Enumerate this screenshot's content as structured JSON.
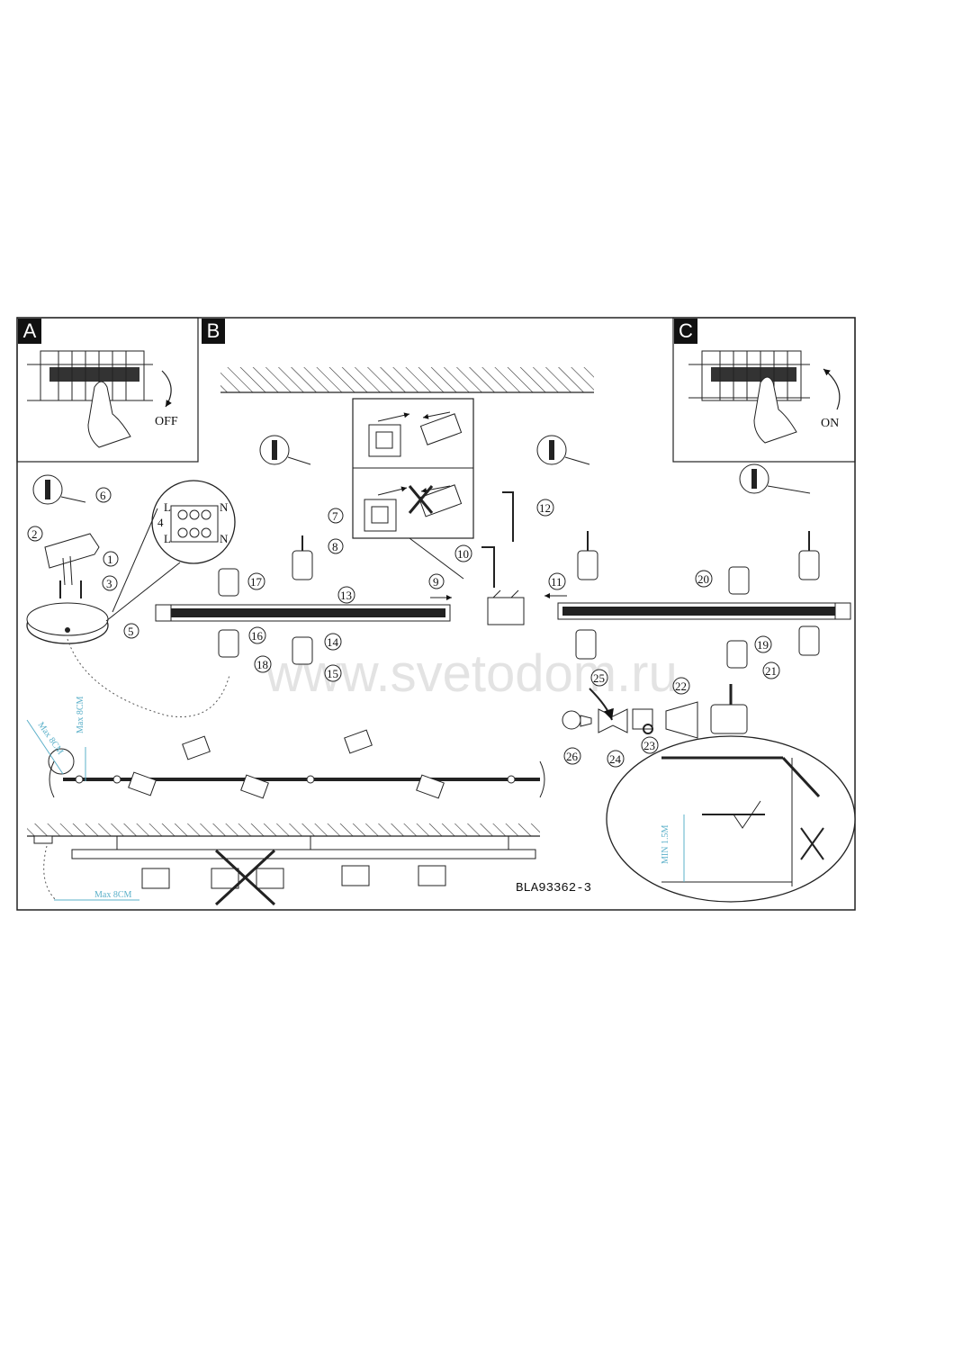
{
  "panels": [
    "A",
    "B",
    "C"
  ],
  "switch_labels": {
    "off": "OFF",
    "on": "ON"
  },
  "terminal_labels": {
    "l_top": "L",
    "n_top": "N",
    "l_bottom": "L",
    "n_bottom": "N",
    "pos_4": "4"
  },
  "steps": [
    "1",
    "2",
    "3",
    "4",
    "5",
    "6",
    "7",
    "8",
    "9",
    "10",
    "11",
    "12",
    "13",
    "14",
    "15",
    "16",
    "17",
    "18",
    "19",
    "20",
    "21",
    "22",
    "23",
    "24",
    "25",
    "26"
  ],
  "dimensions": {
    "max_8cm_a": "Max 8CM",
    "max_8cm_b": "Max 8CM",
    "max_8cm_c": "Max 8CM",
    "min_1_5m": "MIN 1.5M"
  },
  "model_code": "BLA93362-3",
  "watermark": "www.svetodom.ru",
  "icons": [
    "wall-plug-icon",
    "circuit-breaker-icon",
    "hex-key-icon",
    "screw-icon",
    "spotlight-icon",
    "track-rail-icon",
    "connector-icon",
    "bulb-icon",
    "cross-out-icon"
  ]
}
